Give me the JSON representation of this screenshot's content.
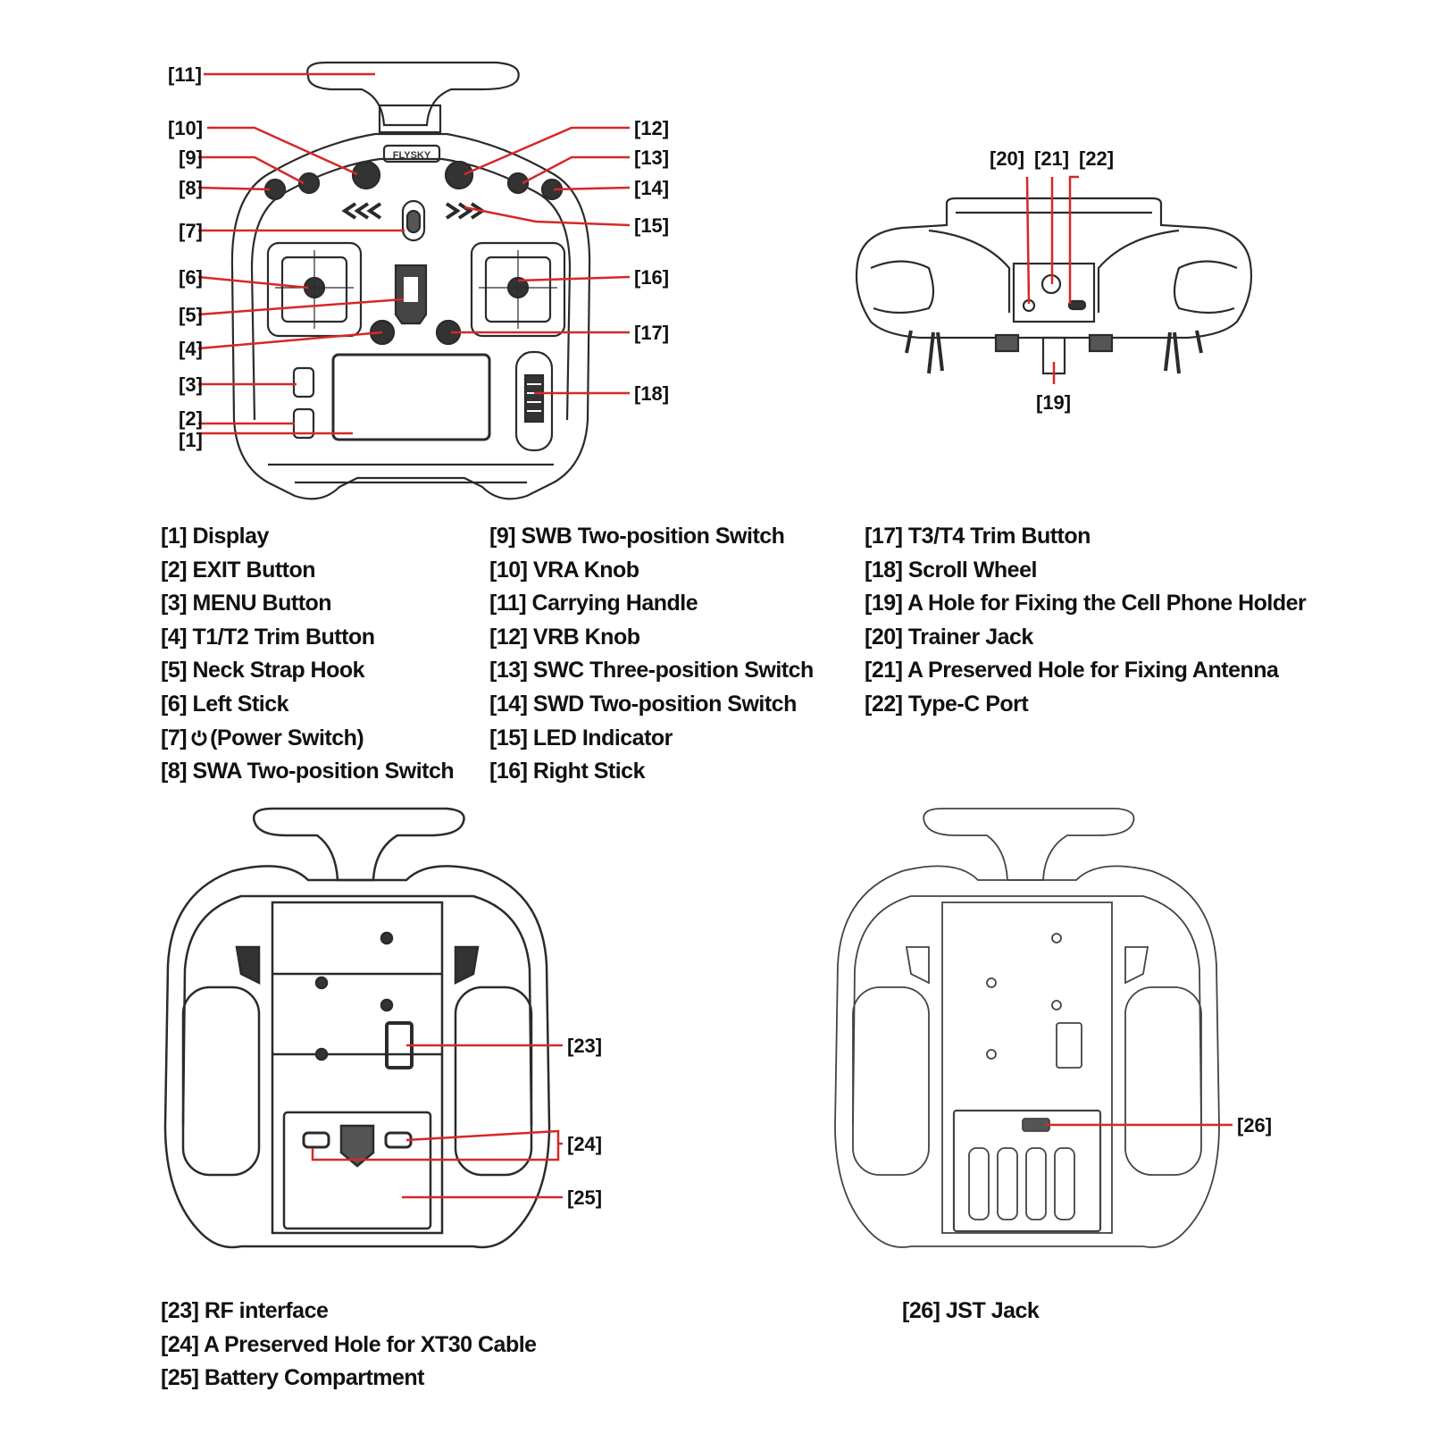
{
  "brand": "FLYSKY",
  "colors": {
    "leader": "#d62828",
    "outline": "#2b2b2b",
    "text": "#111111"
  },
  "callouts": {
    "c1": "[1]",
    "c2": "[2]",
    "c3": "[3]",
    "c4": "[4]",
    "c5": "[5]",
    "c6": "[6]",
    "c7": "[7]",
    "c8": "[8]",
    "c9": "[9]",
    "c10": "[10]",
    "c11": "[11]",
    "c12": "[12]",
    "c13": "[13]",
    "c14": "[14]",
    "c15": "[15]",
    "c16": "[16]",
    "c17": "[17]",
    "c18": "[18]",
    "c19": "[19]",
    "c20": "[20]",
    "c21": "[21]",
    "c22": "[22]",
    "c23": "[23]",
    "c24": "[24]",
    "c25": "[25]",
    "c26": "[26]"
  },
  "legend": {
    "col1": [
      "[1] Display",
      "[2] EXIT Button",
      "[3] MENU Button",
      "[4] T1/T2 Trim Button",
      "[5] Neck Strap Hook",
      "[6] Left Stick",
      "[7]",
      "[8] SWA Two-position Switch"
    ],
    "power_icon": "power-icon",
    "power_text": "(Power Switch)",
    "col2": [
      "[9] SWB Two-position Switch",
      "[10] VRA Knob",
      "[11] Carrying Handle",
      "[12] VRB Knob",
      "[13] SWC Three-position Switch",
      "[14] SWD Two-position Switch",
      "[15] LED Indicator",
      "[16] Right Stick"
    ],
    "col3": [
      "[17] T3/T4 Trim Button",
      "[18] Scroll Wheel",
      "[19] A Hole for Fixing the Cell Phone Holder",
      "[20] Trainer Jack",
      "[21] A Preserved Hole for Fixing Antenna",
      "[22] Type-C Port"
    ],
    "col4": [
      "[23] RF interface",
      "[24] A Preserved Hole for XT30 Cable",
      "[25] Battery Compartment"
    ],
    "col5": [
      "[26] JST Jack"
    ]
  }
}
